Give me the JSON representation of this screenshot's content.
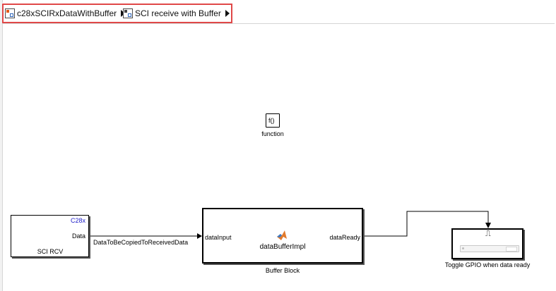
{
  "breadcrumb": {
    "items": [
      {
        "label": "c28xSCIRxDataWithBuffer",
        "icon": "model-icon"
      },
      {
        "label": "SCI receive with Buffer",
        "icon": "subsystem-icon"
      }
    ],
    "highlight_color": "#e04848"
  },
  "diagram": {
    "function_block": {
      "glyph": "f()",
      "caption": "function"
    },
    "sci_rcv": {
      "badge": "C28x",
      "port": "Data",
      "name": "SCI RCV",
      "badge_color": "#1c1cc8"
    },
    "signal_label": "DataToBeCopiedToReceivedData",
    "buffer": {
      "input_port": "dataInput",
      "output_port": "dataReady",
      "function_name": "dataBufferImpl",
      "name": "Buffer Block",
      "icon": "matlab-function-icon"
    },
    "toggle": {
      "glyph": "⎍",
      "name": "Toggle GPIO when data ready"
    }
  }
}
